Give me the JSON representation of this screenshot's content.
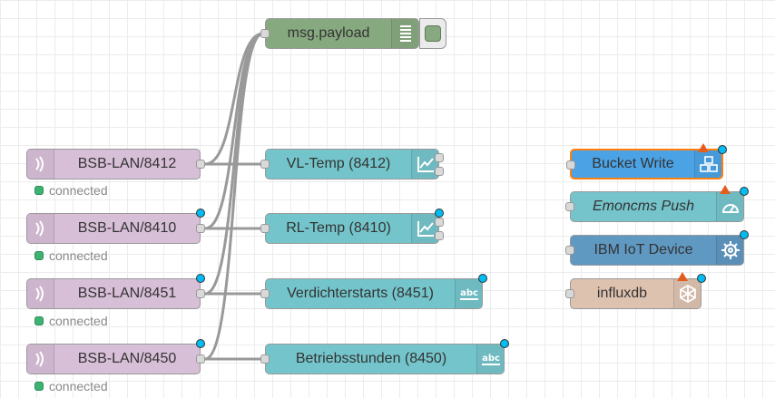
{
  "colors": {
    "mqtt_in": "#d8bfd8",
    "debug": "#87a980",
    "dashboard": "#74c5cb",
    "influx_bucket": "#4ba3e6",
    "emoncms": "#75c4cb",
    "ibm": "#5f98c1",
    "influxdb": "#dec2b0",
    "selection": "#ff7f0e",
    "connected": "#3cb371"
  },
  "debug_node": {
    "label": "msg.payload",
    "icon": "list-lines-icon"
  },
  "inputs": [
    {
      "label": "BSB-LAN/8412",
      "status": "connected",
      "icon": "radio-wave-icon",
      "changed": false
    },
    {
      "label": "BSB-LAN/8410",
      "status": "connected",
      "icon": "radio-wave-icon",
      "changed": true
    },
    {
      "label": "BSB-LAN/8451",
      "status": "connected",
      "icon": "radio-wave-icon",
      "changed": true
    },
    {
      "label": "BSB-LAN/8450",
      "status": "connected",
      "icon": "radio-wave-icon",
      "changed": true
    }
  ],
  "outputs": [
    {
      "label": "VL-Temp (8412)",
      "icon": "chart-icon",
      "changed": false
    },
    {
      "label": "RL-Temp (8410)",
      "icon": "chart-icon",
      "changed": true
    },
    {
      "label": "Verdichterstarts (8451)",
      "icon": "text-abc-icon",
      "changed": true
    },
    {
      "label": "Betriebsstunden (8450)",
      "icon": "text-abc-icon",
      "changed": true
    }
  ],
  "extras": [
    {
      "label": "Bucket Write",
      "icon": "cubes-icon"
    },
    {
      "label": "Emoncms Push",
      "icon": "gauge-icon"
    },
    {
      "label": "IBM IoT Device",
      "icon": "chip-icon"
    },
    {
      "label": "influxdb",
      "icon": "hexagon-icon"
    }
  ]
}
